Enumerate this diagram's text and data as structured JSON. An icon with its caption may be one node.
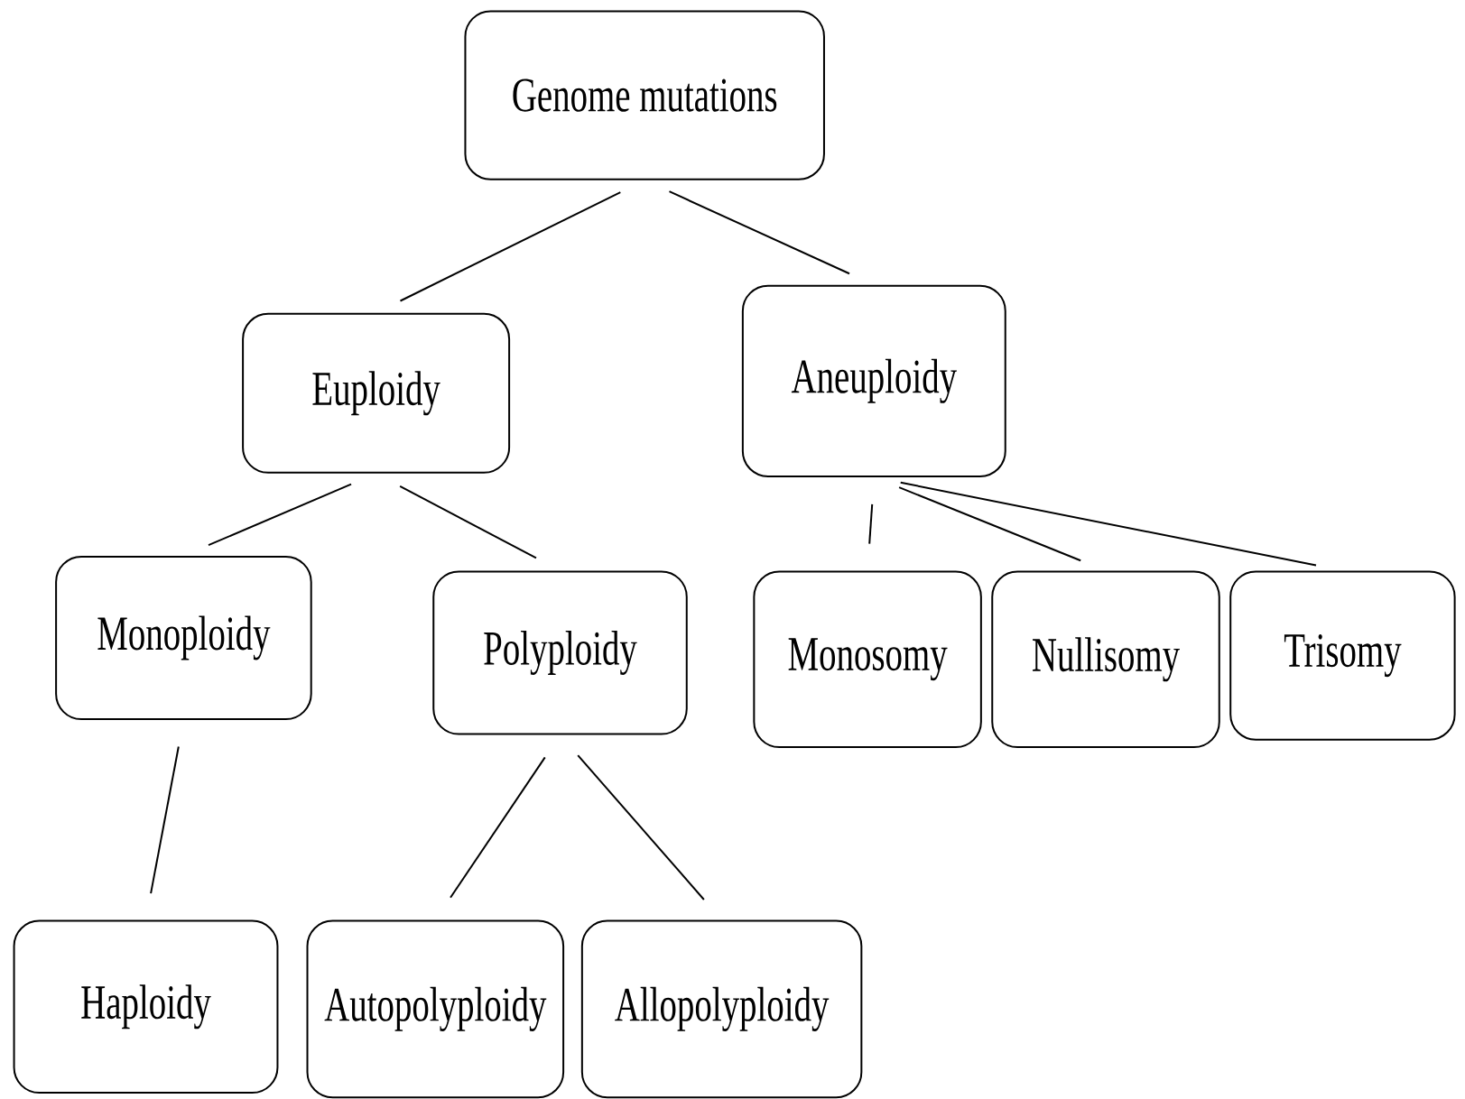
{
  "diagram": {
    "nodes": [
      {
        "text": [
          "Genome mutations"
        ]
      },
      {
        "text": [
          "Euploidy"
        ]
      },
      {
        "text": [
          "Aneuploidy"
        ]
      },
      {
        "text": [
          "Monoploidy"
        ]
      },
      {
        "text": [
          "Polyploidy"
        ]
      },
      {
        "text": [
          "Monosomy"
        ]
      },
      {
        "text": [
          "Nullisomy"
        ]
      },
      {
        "text": [
          "Trisomy"
        ]
      },
      {
        "text": [
          "Haploidy"
        ]
      },
      {
        "text": [
          "Autopolyploidy"
        ]
      },
      {
        "text": [
          "Allopolyploidy"
        ]
      }
    ],
    "edges": [
      {
        "from": 0,
        "to": 1,
        "arrow": "none"
      },
      {
        "from": 0,
        "to": 2,
        "arrow": "none"
      },
      {
        "from": 1,
        "to": 3,
        "arrow": "none"
      },
      {
        "from": 1,
        "to": 4,
        "arrow": "none"
      },
      {
        "from": 2,
        "to": 5,
        "arrow": "none"
      },
      {
        "from": 2,
        "to": 6,
        "arrow": "none"
      },
      {
        "from": 2,
        "to": 7,
        "arrow": "none"
      },
      {
        "from": 3,
        "to": 8,
        "arrow": "none"
      },
      {
        "from": 4,
        "to": 9,
        "arrow": "none"
      },
      {
        "from": 4,
        "to": 10,
        "arrow": "none"
      }
    ]
  }
}
